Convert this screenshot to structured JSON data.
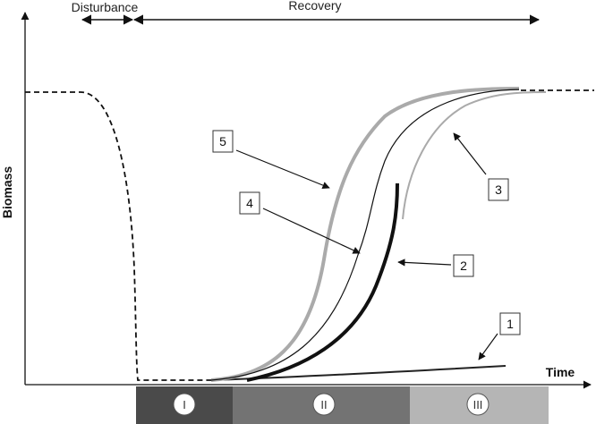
{
  "header": {
    "disturbance_label": "Disturbance",
    "recovery_label": "Recovery"
  },
  "axes": {
    "y_label": "Biomass",
    "x_label": "Time"
  },
  "curves": [
    {
      "id": "1",
      "label": "1",
      "color": "#222222"
    },
    {
      "id": "2",
      "label": "2",
      "color": "#111111"
    },
    {
      "id": "3",
      "label": "3",
      "color": "#aaaaaa"
    },
    {
      "id": "4",
      "label": "4",
      "color": "#111111"
    },
    {
      "id": "5",
      "label": "5",
      "color": "#aaaaaa"
    }
  ],
  "phases": [
    {
      "label": "I",
      "color": "#4a4a4a"
    },
    {
      "label": "II",
      "color": "#737373"
    },
    {
      "label": "III",
      "color": "#b5b5b5"
    }
  ]
}
